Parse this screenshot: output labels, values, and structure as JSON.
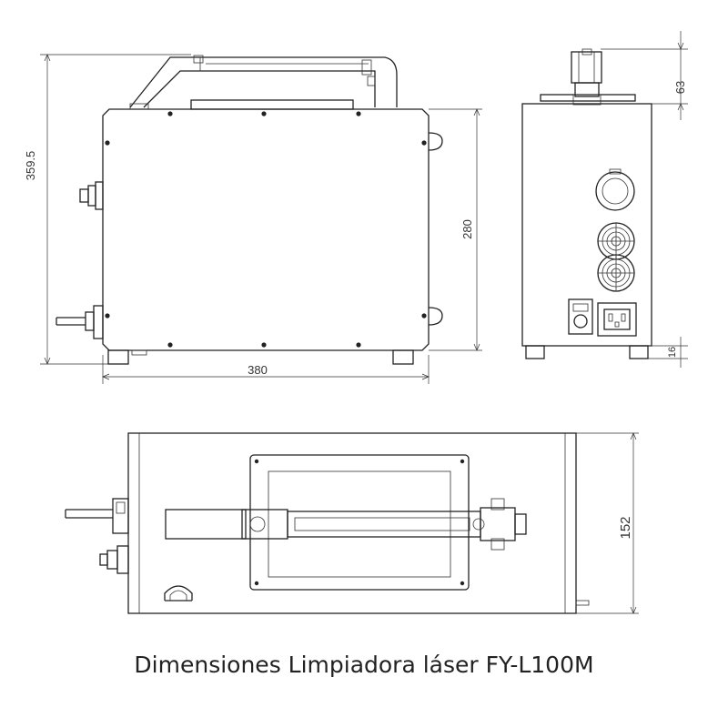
{
  "dimensions": {
    "total_height": "359.5",
    "body_height": "280",
    "width": "380",
    "handle_height": "63",
    "foot_height": "16",
    "depth": "152"
  },
  "caption": "Dimensiones Limpiadora láser FY-L100M"
}
